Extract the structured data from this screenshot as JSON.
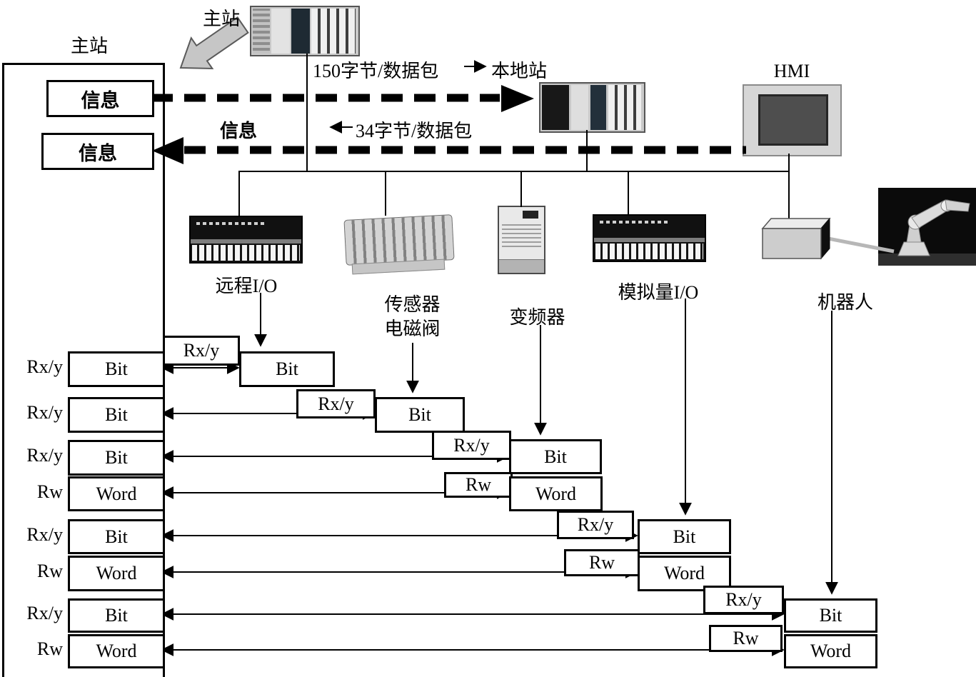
{
  "header": {
    "plc_master_label": "主站",
    "master_column_label": "主站",
    "info_boxes": [
      "信息",
      "信息"
    ],
    "packet_down_text": "150字节/数据包",
    "local_station_label": "本地站",
    "info_return_label": "信息",
    "packet_up_text": "34字节/数据包",
    "hmi_label": "HMI"
  },
  "devices": {
    "remote_io": "远程I/O",
    "sensor_valve_lines": [
      "传感器",
      "电磁阀"
    ],
    "inverter": "变频器",
    "analog_io": "模拟量I/O",
    "robot": "机器人"
  },
  "rows": [
    {
      "side": "Rx/y",
      "master": "Bit",
      "link": "Rx/y",
      "remote": "Bit"
    },
    {
      "side": "Rx/y",
      "master": "Bit",
      "link": "Rx/y",
      "remote": "Bit"
    },
    {
      "side": "Rx/y",
      "master": "Bit",
      "link": "Rx/y",
      "remote": "Bit"
    },
    {
      "side": "Rw",
      "master": "Word",
      "link": "Rw",
      "remote": "Word"
    },
    {
      "side": "Rx/y",
      "master": "Bit",
      "link": "Rx/y",
      "remote": "Bit"
    },
    {
      "side": "Rw",
      "master": "Word",
      "link": "Rw",
      "remote": "Word"
    },
    {
      "side": "Rx/y",
      "master": "Bit",
      "link": "Rx/y",
      "remote": "Bit"
    },
    {
      "side": "Rw",
      "master": "Word",
      "link": "Rw",
      "remote": "Word"
    }
  ],
  "colors": {
    "line": "#000000",
    "block_arrow_fill": "#c6c6c6",
    "hmi_screen": "#4e4e4e",
    "background": "#ffffff"
  }
}
